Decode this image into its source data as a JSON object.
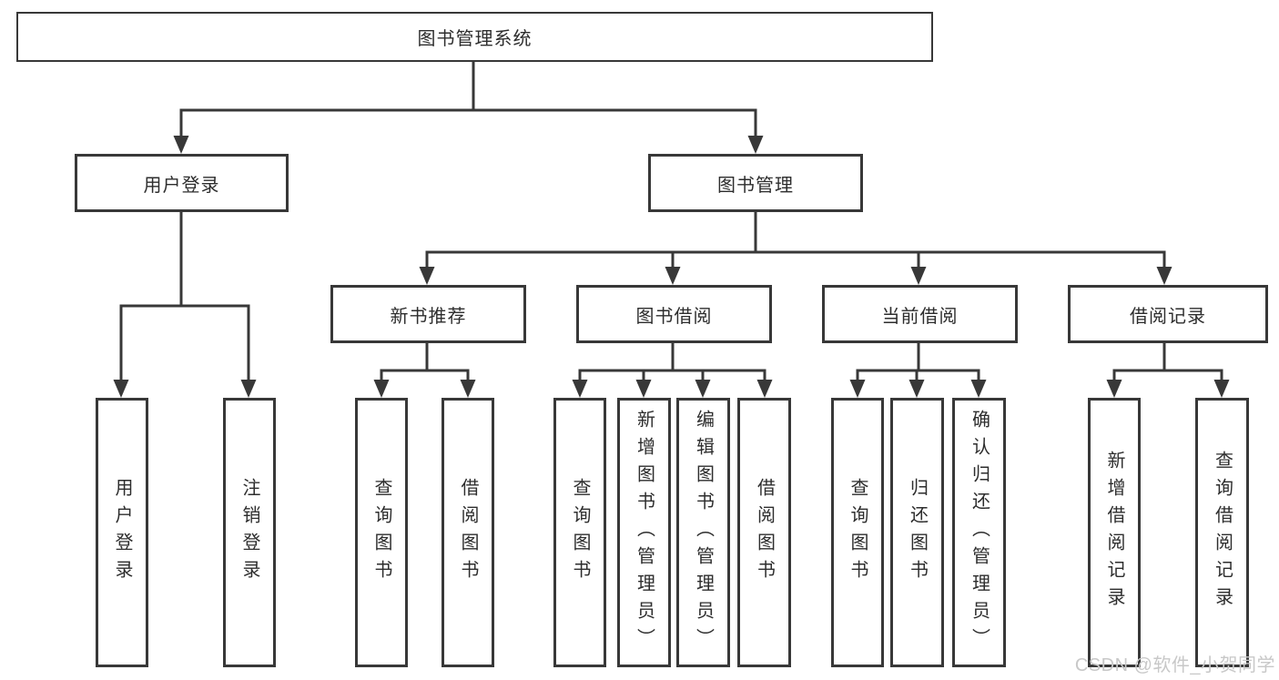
{
  "tree": {
    "label": "图书管理系统",
    "children": [
      {
        "label": "用户登录",
        "children": [
          {
            "label": "用户登录"
          },
          {
            "label": "注销登录"
          }
        ]
      },
      {
        "label": "图书管理",
        "children": [
          {
            "label": "新书推荐",
            "children": [
              {
                "label": "查询图书"
              },
              {
                "label": "借阅图书"
              }
            ]
          },
          {
            "label": "图书借阅",
            "children": [
              {
                "label": "查询图书"
              },
              {
                "label": "新增图书（管理员）"
              },
              {
                "label": "编辑图书（管理员）"
              },
              {
                "label": "借阅图书"
              }
            ]
          },
          {
            "label": "当前借阅",
            "children": [
              {
                "label": "查询图书"
              },
              {
                "label": "归还图书"
              },
              {
                "label": "确认归还（管理员）"
              }
            ]
          },
          {
            "label": "借阅记录",
            "children": [
              {
                "label": "新增借阅记录"
              },
              {
                "label": "查询借阅记录"
              }
            ]
          }
        ]
      }
    ]
  },
  "watermark": {
    "text": "CSDN @软件_小贺同学"
  },
  "colors": {
    "line": "#383838",
    "text": "#2d2d2d",
    "background": "#ffffff",
    "watermark": "#c8c8c8"
  }
}
